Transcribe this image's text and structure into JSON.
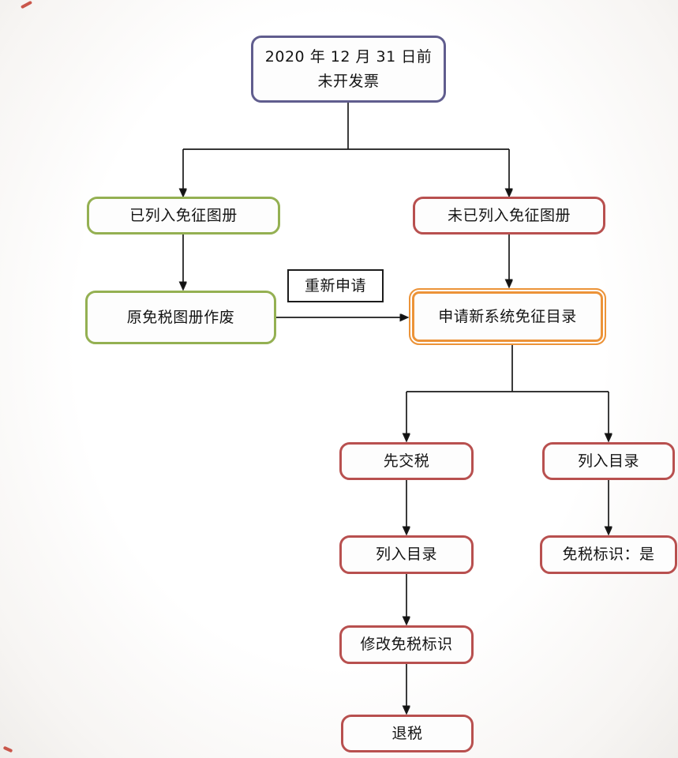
{
  "colors": {
    "purple": "#605d8e",
    "green": "#94b052",
    "red": "#b8504f",
    "orange": "#ec9338",
    "line": "#1a1a1a"
  },
  "nodes": {
    "start": {
      "label": "2020 年 12 月 31 日前\n未开发票"
    },
    "listed": {
      "label": "已列入免征图册"
    },
    "not_listed": {
      "label": "未已列入免征图册"
    },
    "old_invalid": {
      "label": "原免税图册作废"
    },
    "reapply": {
      "label": "重新申请"
    },
    "apply_new": {
      "label": "申请新系统免征目录"
    },
    "pay_tax_first": {
      "label": "先交税"
    },
    "catalog_right": {
      "label": "列入目录"
    },
    "catalog_left": {
      "label": "列入目录"
    },
    "modify_flag": {
      "label": "修改免税标识"
    },
    "refund": {
      "label": "退税"
    },
    "flag_yes": {
      "label": "免税标识：是"
    }
  }
}
